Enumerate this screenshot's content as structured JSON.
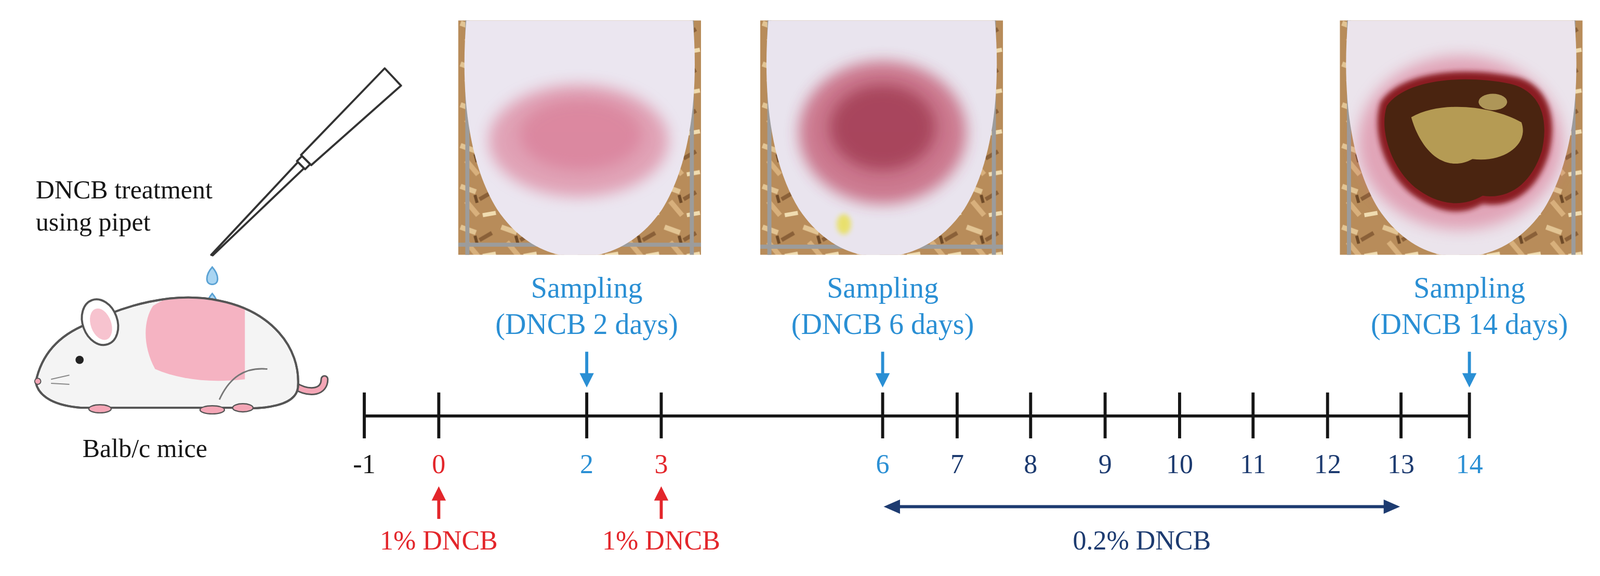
{
  "diagram": {
    "labels": [
      "DNCB treatment using pipet",
      "Sampling (DNCB 2 days)",
      "Sampling (DNCB 6 days)",
      "Sampling (DNCB 14 days)",
      "Balb/c mice",
      "-1",
      "0",
      "2",
      "3",
      "6",
      "7",
      "8",
      "9",
      "10",
      "11",
      "12",
      "13",
      "14",
      "1% DNCB",
      "1% DNCB",
      "0.2% DNCB"
    ]
  }
}
